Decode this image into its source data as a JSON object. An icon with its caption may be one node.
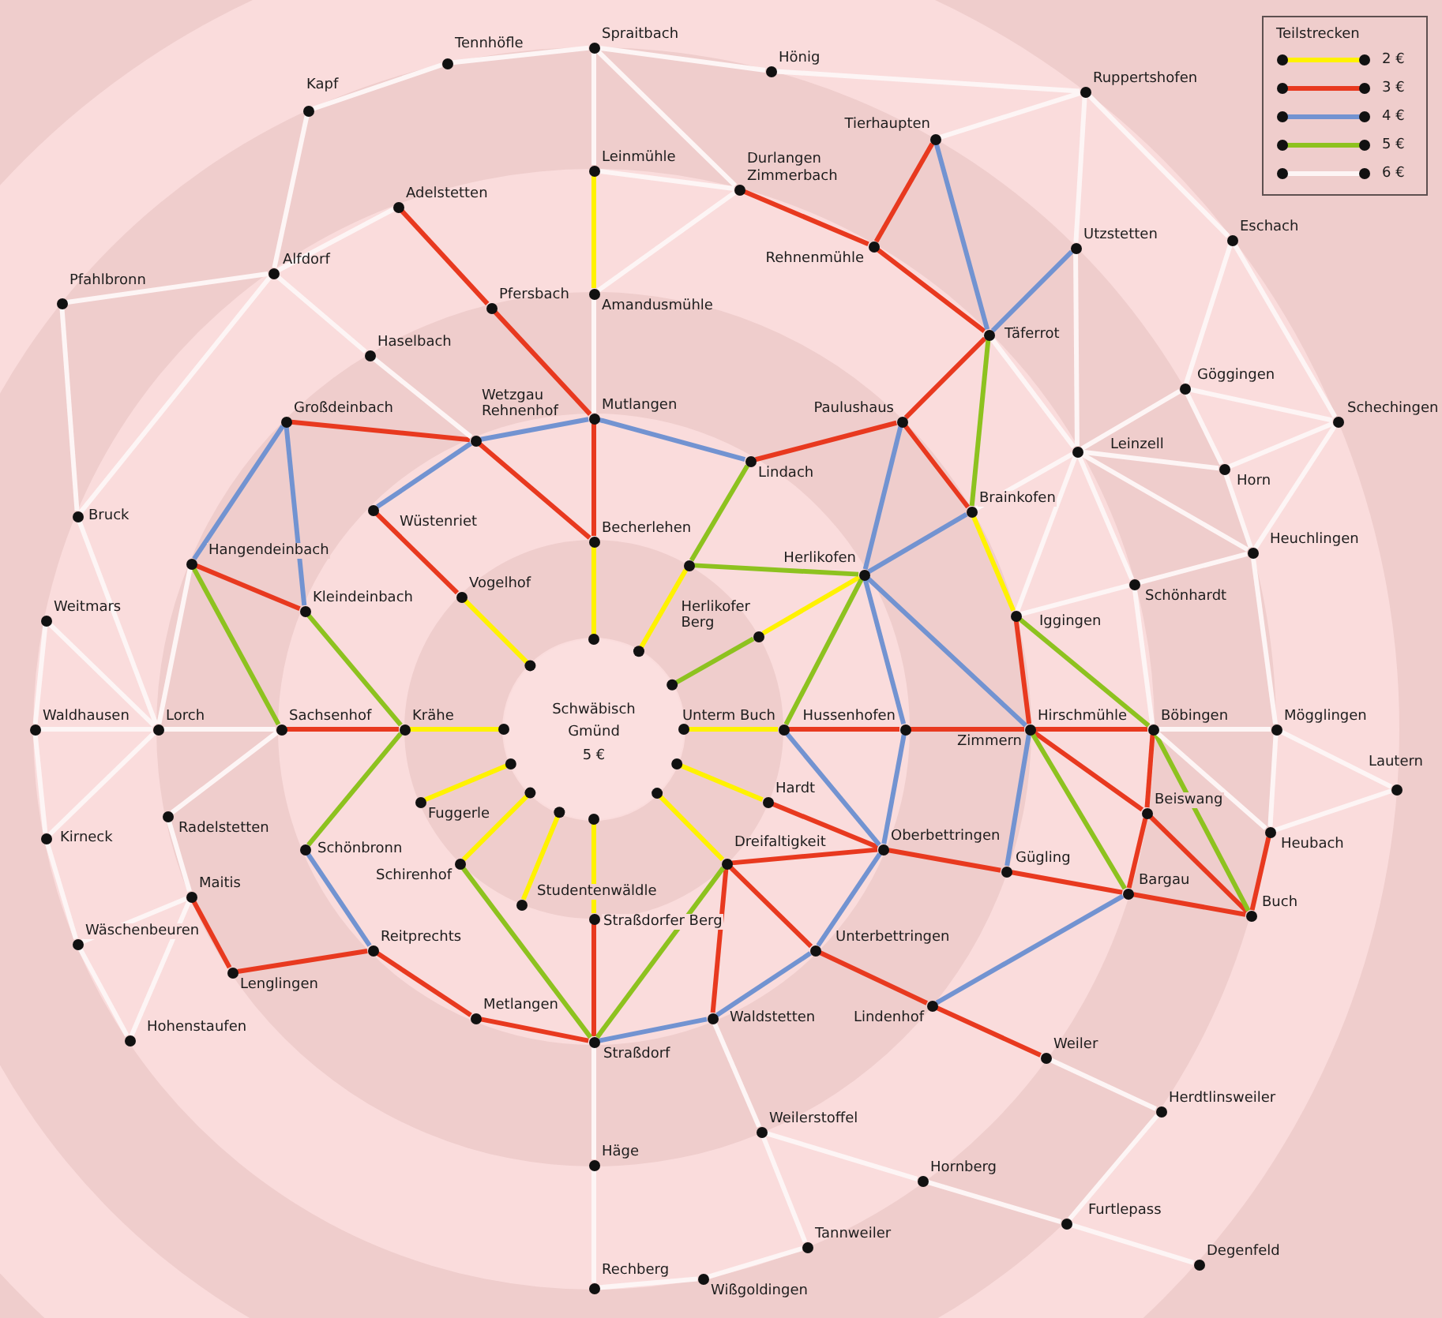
{
  "diagram": {
    "nodes": [
      {
        "text": [],
        "shape": "circle",
        "beside": [
          "Spraitbach"
        ]
      },
      {
        "text": [],
        "shape": "circle",
        "beside": [
          "Tennhöfle"
        ]
      },
      {
        "text": [],
        "shape": "circle",
        "beside": [
          "Hönig"
        ]
      },
      {
        "text": [],
        "shape": "circle",
        "beside": [
          "Ruppertshofen"
        ]
      },
      {
        "text": [],
        "shape": "circle",
        "beside": [
          "Kapf"
        ]
      },
      {
        "text": [],
        "shape": "circle",
        "beside": [
          "Tierhaupten"
        ]
      },
      {
        "text": [],
        "shape": "circle",
        "beside": [
          "Leinmühle"
        ]
      },
      {
        "text": [],
        "shape": "circle",
        "beside": [
          "Durlangen",
          "Zimmerbach"
        ]
      },
      {
        "text": [],
        "shape": "circle",
        "beside": [
          "Adelstetten"
        ]
      },
      {
        "text": [],
        "shape": "circle",
        "beside": [
          "Eschach"
        ]
      },
      {
        "text": [],
        "shape": "circle",
        "beside": [
          "Rehnenmühle"
        ]
      },
      {
        "text": [],
        "shape": "circle",
        "beside": [
          "Utzstetten"
        ]
      },
      {
        "text": [],
        "shape": "circle",
        "beside": [
          "Alfdorf"
        ]
      },
      {
        "text": [],
        "shape": "circle",
        "beside": [
          "Amandusmühle"
        ]
      },
      {
        "text": [],
        "shape": "circle",
        "beside": [
          "Pfahlbronn"
        ]
      },
      {
        "text": [],
        "shape": "circle",
        "beside": [
          "Pfersbach"
        ]
      },
      {
        "text": [],
        "shape": "circle",
        "beside": [
          "Täferrot"
        ]
      },
      {
        "text": [],
        "shape": "circle",
        "beside": [
          "Haselbach"
        ]
      },
      {
        "text": [],
        "shape": "circle",
        "beside": [
          "Göggingen"
        ]
      },
      {
        "text": [],
        "shape": "circle",
        "beside": [
          "Mutlangen"
        ]
      },
      {
        "text": [],
        "shape": "circle",
        "beside": [
          "Großdeinbach"
        ]
      },
      {
        "text": [],
        "shape": "circle",
        "beside": [
          "Paulushaus"
        ]
      },
      {
        "text": [],
        "shape": "circle",
        "beside": [
          "Schechingen"
        ]
      },
      {
        "text": [],
        "shape": "circle",
        "beside": [
          "Wetzgau",
          "Rehnenhof"
        ]
      },
      {
        "text": [],
        "shape": "circle",
        "beside": [
          "Leinzell"
        ]
      },
      {
        "text": [],
        "shape": "circle",
        "beside": [
          "Lindach"
        ]
      },
      {
        "text": [],
        "shape": "circle",
        "beside": [
          "Horn"
        ]
      },
      {
        "text": [],
        "shape": "circle",
        "beside": [
          "Wüstenriet"
        ]
      },
      {
        "text": [],
        "shape": "circle",
        "beside": [
          "Brainkofen"
        ]
      },
      {
        "text": [],
        "shape": "circle",
        "beside": [
          "Bruck"
        ]
      },
      {
        "text": [],
        "shape": "circle",
        "beside": [
          "Becherlehen"
        ]
      },
      {
        "text": [],
        "shape": "circle",
        "beside": [
          "Heuchlingen"
        ]
      },
      {
        "text": [],
        "shape": "circle",
        "beside": [
          "Hangendeinbach"
        ]
      },
      {
        "text": [],
        "shape": "circle"
      },
      {
        "text": [],
        "shape": "circle",
        "beside": [
          "Herlikofen"
        ]
      },
      {
        "text": [],
        "shape": "circle",
        "beside": [
          "Schönhardt"
        ]
      },
      {
        "text": [],
        "shape": "circle",
        "beside": [
          "Vogelhof"
        ]
      },
      {
        "text": [],
        "shape": "circle",
        "beside": [
          "Kleindeinbach"
        ]
      },
      {
        "text": [],
        "shape": "circle",
        "beside": [
          "Iggingen"
        ]
      },
      {
        "text": [],
        "shape": "circle",
        "beside": [
          "Weitmars"
        ]
      },
      {
        "text": [],
        "shape": "circle",
        "beside": [
          "Herlikofer Berg"
        ]
      },
      {
        "text": [
          "Schwäbisch Gmünd",
          "5 €"
        ]
      },
      {
        "text": [],
        "shape": "circle",
        "beside": [
          "Waldhausen"
        ]
      },
      {
        "text": [],
        "shape": "circle",
        "beside": [
          "Lorch"
        ]
      },
      {
        "text": [],
        "shape": "circle",
        "beside": [
          "Sachsenhof"
        ]
      },
      {
        "text": [],
        "shape": "circle",
        "beside": [
          "Krähe"
        ]
      },
      {
        "text": [],
        "shape": "circle",
        "beside": [
          "Unterm Buch"
        ]
      },
      {
        "text": [],
        "shape": "circle",
        "beside": [
          "Hussenhofen"
        ]
      },
      {
        "text": [],
        "shape": "circle",
        "beside": [
          "Hirschmühle",
          "Zimmern"
        ]
      },
      {
        "text": [],
        "shape": "circle",
        "beside": [
          "Böbingen"
        ]
      },
      {
        "text": [],
        "shape": "circle",
        "beside": [
          "Mögglingen"
        ]
      },
      {
        "text": [],
        "shape": "circle",
        "beside": [
          "Lautern"
        ]
      },
      {
        "text": [],
        "shape": "circle",
        "beside": [
          "Fuggerle"
        ]
      },
      {
        "text": [],
        "shape": "circle",
        "beside": [
          "Hardt"
        ]
      },
      {
        "text": [],
        "shape": "circle",
        "beside": [
          "Beiswang"
        ]
      },
      {
        "text": [],
        "shape": "circle",
        "beside": [
          "Radelstetten"
        ]
      },
      {
        "text": [],
        "shape": "circle",
        "beside": [
          "Heubach"
        ]
      },
      {
        "text": [],
        "shape": "circle",
        "beside": [
          "Kirneck"
        ]
      },
      {
        "text": [],
        "shape": "circle",
        "beside": [
          "Schönbronn"
        ]
      },
      {
        "text": [],
        "shape": "circle",
        "beside": [
          "Oberbettringen"
        ]
      },
      {
        "text": [],
        "shape": "circle",
        "beside": [
          "Schirenhof"
        ]
      },
      {
        "text": [],
        "shape": "circle",
        "beside": [
          "Dreifaltigkeit"
        ]
      },
      {
        "text": [],
        "shape": "circle",
        "beside": [
          "Gügling"
        ]
      },
      {
        "text": [],
        "shape": "circle",
        "beside": [
          "Bargau"
        ]
      },
      {
        "text": [],
        "shape": "circle",
        "beside": [
          "Maitis"
        ]
      },
      {
        "text": [],
        "shape": "circle",
        "beside": [
          "Studentenwäldle"
        ]
      },
      {
        "text": [],
        "shape": "circle",
        "beside": [
          "Buch"
        ]
      },
      {
        "text": [],
        "shape": "circle",
        "beside": [
          "Straßdorfer Berg"
        ]
      },
      {
        "text": [],
        "shape": "circle",
        "beside": [
          "Wäschenbeuren"
        ]
      },
      {
        "text": [],
        "shape": "circle",
        "beside": [
          "Reitprechts"
        ]
      },
      {
        "text": [],
        "shape": "circle",
        "beside": [
          "Unterbettringen"
        ]
      },
      {
        "text": [],
        "shape": "circle",
        "beside": [
          "Lenglingen"
        ]
      },
      {
        "text": [],
        "shape": "circle",
        "beside": [
          "Lindenhof"
        ]
      },
      {
        "text": [],
        "shape": "circle",
        "beside": [
          "Metlangen"
        ]
      },
      {
        "text": [],
        "shape": "circle",
        "beside": [
          "Waldstetten"
        ]
      },
      {
        "text": [],
        "shape": "circle",
        "beside": [
          "Hohenstaufen"
        ]
      },
      {
        "text": [],
        "shape": "circle",
        "beside": [
          "Straßdorf"
        ]
      },
      {
        "text": [],
        "shape": "circle",
        "beside": [
          "Weiler"
        ]
      },
      {
        "text": [],
        "shape": "circle",
        "beside": [
          "Herdtlinsweiler"
        ]
      },
      {
        "text": [],
        "shape": "circle",
        "beside": [
          "Weilerstoffel"
        ]
      },
      {
        "text": [],
        "shape": "circle",
        "beside": [
          "Häge"
        ]
      },
      {
        "text": [],
        "shape": "circle",
        "beside": [
          "Hornberg"
        ]
      },
      {
        "text": [],
        "shape": "circle",
        "beside": [
          "Furtlepass"
        ]
      },
      {
        "text": [],
        "shape": "circle",
        "beside": [
          "Tannweiler"
        ]
      },
      {
        "text": [],
        "shape": "circle",
        "beside": [
          "Degenfeld"
        ]
      },
      {
        "text": [],
        "shape": "circle",
        "beside": [
          "Wißgoldingen"
        ]
      },
      {
        "text": [],
        "shape": "circle",
        "beside": [
          "Rechberg"
        ]
      }
    ],
    "edges": [
      {
        "from": 6,
        "to": 13,
        "arrow": "none",
        "color": "#fff200"
      },
      {
        "from": 41,
        "to": 30,
        "arrow": "other",
        "color": "#fff200"
      },
      {
        "from": 41,
        "to": 33,
        "arrow": "other",
        "color": "#fff200"
      },
      {
        "from": 41,
        "to": 40,
        "arrow": "other",
        "color": "#8dc21f"
      },
      {
        "from": 40,
        "to": 34,
        "arrow": "none",
        "color": "#fff200"
      },
      {
        "from": 41,
        "to": 46,
        "arrow": "other",
        "color": "#fff200"
      },
      {
        "from": 41,
        "to": 53,
        "arrow": "other",
        "color": "#fff200"
      },
      {
        "from": 41,
        "to": 61,
        "arrow": "other",
        "color": "#fff200"
      },
      {
        "from": 41,
        "to": 67,
        "arrow": "other",
        "color": "#fff200"
      },
      {
        "from": 41,
        "to": 65,
        "arrow": "other",
        "color": "#fff200"
      },
      {
        "from": 41,
        "to": 60,
        "arrow": "other",
        "color": "#fff200"
      },
      {
        "from": 41,
        "to": 52,
        "arrow": "other",
        "color": "#fff200"
      },
      {
        "from": 41,
        "to": 45,
        "arrow": "other",
        "color": "#fff200"
      },
      {
        "from": 41,
        "to": 36,
        "arrow": "other",
        "color": "#fff200"
      },
      {
        "from": 28,
        "to": 38,
        "arrow": "none",
        "color": "#fff200"
      },
      {
        "from": 8,
        "to": 15,
        "arrow": "none",
        "color": "#e8391f"
      },
      {
        "from": 15,
        "to": 19,
        "arrow": "none",
        "color": "#e8391f"
      },
      {
        "from": 19,
        "to": 30,
        "arrow": "none",
        "color": "#e8391f"
      },
      {
        "from": 20,
        "to": 23,
        "arrow": "none",
        "color": "#e8391f"
      },
      {
        "from": 23,
        "to": 30,
        "arrow": "none",
        "color": "#e8391f"
      },
      {
        "from": 27,
        "to": 36,
        "arrow": "none",
        "color": "#e8391f"
      },
      {
        "from": 32,
        "to": 37,
        "arrow": "none",
        "color": "#e8391f"
      },
      {
        "from": 7,
        "to": 10,
        "arrow": "none",
        "color": "#e8391f"
      },
      {
        "from": 5,
        "to": 10,
        "arrow": "none",
        "color": "#e8391f"
      },
      {
        "from": 10,
        "to": 16,
        "arrow": "none",
        "color": "#e8391f"
      },
      {
        "from": 16,
        "to": 21,
        "arrow": "none",
        "color": "#e8391f"
      },
      {
        "from": 25,
        "to": 21,
        "arrow": "none",
        "color": "#e8391f"
      },
      {
        "from": 21,
        "to": 28,
        "arrow": "none",
        "color": "#e8391f"
      },
      {
        "from": 44,
        "to": 45,
        "arrow": "none",
        "color": "#e8391f"
      },
      {
        "from": 38,
        "to": 48,
        "arrow": "none",
        "color": "#e8391f"
      },
      {
        "from": 46,
        "to": 47,
        "arrow": "none",
        "color": "#e8391f"
      },
      {
        "from": 47,
        "to": 48,
        "arrow": "none",
        "color": "#e8391f"
      },
      {
        "from": 48,
        "to": 49,
        "arrow": "none",
        "color": "#e8391f"
      },
      {
        "from": 48,
        "to": 54,
        "arrow": "none",
        "color": "#e8391f"
      },
      {
        "from": 54,
        "to": 66,
        "arrow": "none",
        "color": "#e8391f"
      },
      {
        "from": 49,
        "to": 54,
        "arrow": "none",
        "color": "#e8391f"
      },
      {
        "from": 54,
        "to": 63,
        "arrow": "none",
        "color": "#e8391f"
      },
      {
        "from": 53,
        "to": 59,
        "arrow": "none",
        "color": "#e8391f"
      },
      {
        "from": 61,
        "to": 59,
        "arrow": "none",
        "color": "#e8391f"
      },
      {
        "from": 59,
        "to": 62,
        "arrow": "none",
        "color": "#e8391f"
      },
      {
        "from": 62,
        "to": 63,
        "arrow": "none",
        "color": "#e8391f"
      },
      {
        "from": 63,
        "to": 66,
        "arrow": "none",
        "color": "#e8391f"
      },
      {
        "from": 56,
        "to": 66,
        "arrow": "none",
        "color": "#e8391f"
      },
      {
        "from": 61,
        "to": 74,
        "arrow": "none",
        "color": "#e8391f"
      },
      {
        "from": 61,
        "to": 70,
        "arrow": "none",
        "color": "#e8391f"
      },
      {
        "from": 70,
        "to": 72,
        "arrow": "none",
        "color": "#e8391f"
      },
      {
        "from": 72,
        "to": 77,
        "arrow": "none",
        "color": "#e8391f"
      },
      {
        "from": 67,
        "to": 76,
        "arrow": "none",
        "color": "#e8391f"
      },
      {
        "from": 64,
        "to": 71,
        "arrow": "none",
        "color": "#e8391f"
      },
      {
        "from": 71,
        "to": 69,
        "arrow": "none",
        "color": "#e8391f"
      },
      {
        "from": 69,
        "to": 73,
        "arrow": "none",
        "color": "#e8391f"
      },
      {
        "from": 73,
        "to": 76,
        "arrow": "none",
        "color": "#e8391f"
      },
      {
        "from": 20,
        "to": 32,
        "arrow": "none",
        "color": "#7293d1"
      },
      {
        "from": 20,
        "to": 37,
        "arrow": "none",
        "color": "#7293d1"
      },
      {
        "from": 23,
        "to": 19,
        "arrow": "none",
        "color": "#7293d1"
      },
      {
        "from": 23,
        "to": 27,
        "arrow": "none",
        "color": "#7293d1"
      },
      {
        "from": 19,
        "to": 25,
        "arrow": "none",
        "color": "#7293d1"
      },
      {
        "from": 5,
        "to": 16,
        "arrow": "none",
        "color": "#7293d1"
      },
      {
        "from": 16,
        "to": 11,
        "arrow": "none",
        "color": "#7293d1"
      },
      {
        "from": 21,
        "to": 34,
        "arrow": "none",
        "color": "#7293d1"
      },
      {
        "from": 34,
        "to": 47,
        "arrow": "none",
        "color": "#7293d1"
      },
      {
        "from": 34,
        "to": 48,
        "arrow": "none",
        "color": "#7293d1"
      },
      {
        "from": 34,
        "to": 28,
        "arrow": "none",
        "color": "#7293d1"
      },
      {
        "from": 46,
        "to": 59,
        "arrow": "none",
        "color": "#7293d1"
      },
      {
        "from": 47,
        "to": 59,
        "arrow": "none",
        "color": "#7293d1"
      },
      {
        "from": 59,
        "to": 70,
        "arrow": "none",
        "color": "#7293d1"
      },
      {
        "from": 70,
        "to": 74,
        "arrow": "none",
        "color": "#7293d1"
      },
      {
        "from": 74,
        "to": 76,
        "arrow": "none",
        "color": "#7293d1"
      },
      {
        "from": 48,
        "to": 62,
        "arrow": "none",
        "color": "#7293d1"
      },
      {
        "from": 63,
        "to": 72,
        "arrow": "none",
        "color": "#7293d1"
      },
      {
        "from": 58,
        "to": 69,
        "arrow": "none",
        "color": "#7293d1"
      },
      {
        "from": 25,
        "to": 33,
        "arrow": "none",
        "color": "#8dc21f"
      },
      {
        "from": 33,
        "to": 34,
        "arrow": "none",
        "color": "#8dc21f"
      },
      {
        "from": 34,
        "to": 46,
        "arrow": "none",
        "color": "#8dc21f"
      },
      {
        "from": 16,
        "to": 28,
        "arrow": "none",
        "color": "#8dc21f"
      },
      {
        "from": 38,
        "to": 49,
        "arrow": "none",
        "color": "#8dc21f"
      },
      {
        "from": 48,
        "to": 63,
        "arrow": "none",
        "color": "#8dc21f"
      },
      {
        "from": 49,
        "to": 66,
        "arrow": "none",
        "color": "#8dc21f"
      },
      {
        "from": 32,
        "to": 44,
        "arrow": "none",
        "color": "#8dc21f"
      },
      {
        "from": 37,
        "to": 45,
        "arrow": "none",
        "color": "#8dc21f"
      },
      {
        "from": 45,
        "to": 58,
        "arrow": "none",
        "color": "#8dc21f"
      },
      {
        "from": 60,
        "to": 76,
        "arrow": "none",
        "color": "#8dc21f"
      },
      {
        "from": 61,
        "to": 76,
        "arrow": "none",
        "color": "#8dc21f"
      },
      {
        "from": 1,
        "to": 0,
        "arrow": "none"
      },
      {
        "from": 4,
        "to": 1,
        "arrow": "none"
      },
      {
        "from": 4,
        "to": 12,
        "arrow": "none"
      },
      {
        "from": 12,
        "to": 8,
        "arrow": "none"
      },
      {
        "from": 12,
        "to": 14,
        "arrow": "none"
      },
      {
        "from": 12,
        "to": 17,
        "arrow": "none"
      },
      {
        "from": 17,
        "to": 23,
        "arrow": "none"
      },
      {
        "from": 12,
        "to": 29,
        "arrow": "none"
      },
      {
        "from": 14,
        "to": 29,
        "arrow": "none"
      },
      {
        "from": 29,
        "to": 43,
        "arrow": "none"
      },
      {
        "from": 39,
        "to": 42,
        "arrow": "none"
      },
      {
        "from": 39,
        "to": 43,
        "arrow": "none"
      },
      {
        "from": 32,
        "to": 43,
        "arrow": "none"
      },
      {
        "from": 42,
        "to": 43,
        "arrow": "none"
      },
      {
        "from": 43,
        "to": 44,
        "arrow": "none"
      },
      {
        "from": 43,
        "to": 57,
        "arrow": "none"
      },
      {
        "from": 42,
        "to": 57,
        "arrow": "none"
      },
      {
        "from": 57,
        "to": 68,
        "arrow": "none"
      },
      {
        "from": 68,
        "to": 75,
        "arrow": "none"
      },
      {
        "from": 68,
        "to": 64,
        "arrow": "none"
      },
      {
        "from": 64,
        "to": 75,
        "arrow": "none"
      },
      {
        "from": 64,
        "to": 55,
        "arrow": "none"
      },
      {
        "from": 55,
        "to": 44,
        "arrow": "none"
      },
      {
        "from": 0,
        "to": 6,
        "arrow": "none"
      },
      {
        "from": 0,
        "to": 7,
        "arrow": "none"
      },
      {
        "from": 0,
        "to": 2,
        "arrow": "none"
      },
      {
        "from": 2,
        "to": 3,
        "arrow": "none"
      },
      {
        "from": 6,
        "to": 7,
        "arrow": "none"
      },
      {
        "from": 7,
        "to": 13,
        "arrow": "none"
      },
      {
        "from": 13,
        "to": 19,
        "arrow": "none"
      },
      {
        "from": 5,
        "to": 3,
        "arrow": "none"
      },
      {
        "from": 3,
        "to": 11,
        "arrow": "none"
      },
      {
        "from": 3,
        "to": 9,
        "arrow": "none"
      },
      {
        "from": 11,
        "to": 24,
        "arrow": "none"
      },
      {
        "from": 16,
        "to": 24,
        "arrow": "none"
      },
      {
        "from": 9,
        "to": 18,
        "arrow": "none"
      },
      {
        "from": 9,
        "to": 22,
        "arrow": "none"
      },
      {
        "from": 24,
        "to": 18,
        "arrow": "none"
      },
      {
        "from": 18,
        "to": 22,
        "arrow": "none"
      },
      {
        "from": 18,
        "to": 26,
        "arrow": "none"
      },
      {
        "from": 24,
        "to": 26,
        "arrow": "none"
      },
      {
        "from": 26,
        "to": 22,
        "arrow": "none"
      },
      {
        "from": 24,
        "to": 28,
        "arrow": "none"
      },
      {
        "from": 24,
        "to": 38,
        "arrow": "none"
      },
      {
        "from": 24,
        "to": 35,
        "arrow": "none"
      },
      {
        "from": 24,
        "to": 31,
        "arrow": "none"
      },
      {
        "from": 26,
        "to": 31,
        "arrow": "none"
      },
      {
        "from": 22,
        "to": 31,
        "arrow": "none"
      },
      {
        "from": 38,
        "to": 35,
        "arrow": "none"
      },
      {
        "from": 35,
        "to": 31,
        "arrow": "none"
      },
      {
        "from": 35,
        "to": 49,
        "arrow": "none"
      },
      {
        "from": 31,
        "to": 50,
        "arrow": "none"
      },
      {
        "from": 49,
        "to": 50,
        "arrow": "none"
      },
      {
        "from": 49,
        "to": 56,
        "arrow": "none"
      },
      {
        "from": 50,
        "to": 56,
        "arrow": "none"
      },
      {
        "from": 50,
        "to": 51,
        "arrow": "none"
      },
      {
        "from": 56,
        "to": 51,
        "arrow": "none"
      },
      {
        "from": 77,
        "to": 78,
        "arrow": "none"
      },
      {
        "from": 78,
        "to": 82,
        "arrow": "none"
      },
      {
        "from": 81,
        "to": 82,
        "arrow": "none"
      },
      {
        "from": 82,
        "to": 84,
        "arrow": "none"
      },
      {
        "from": 79,
        "to": 81,
        "arrow": "none"
      },
      {
        "from": 74,
        "to": 79,
        "arrow": "none"
      },
      {
        "from": 79,
        "to": 83,
        "arrow": "none"
      },
      {
        "from": 83,
        "to": 85,
        "arrow": "none"
      },
      {
        "from": 85,
        "to": 86,
        "arrow": "none"
      },
      {
        "from": 76,
        "to": 80,
        "arrow": "none"
      },
      {
        "from": 80,
        "to": 86,
        "arrow": "none"
      }
    ],
    "labels": [
      "Teilstrecken"
    ],
    "legend": [
      {
        "text": "2 €",
        "color": "#fff200"
      },
      {
        "text": "3 €",
        "color": "#e8391f"
      },
      {
        "text": "4 €",
        "color": "#7293d1"
      },
      {
        "text": "5 €",
        "color": "#8dc21f"
      },
      {
        "text": "6 €",
        "color": "#fdf5f5"
      }
    ]
  }
}
